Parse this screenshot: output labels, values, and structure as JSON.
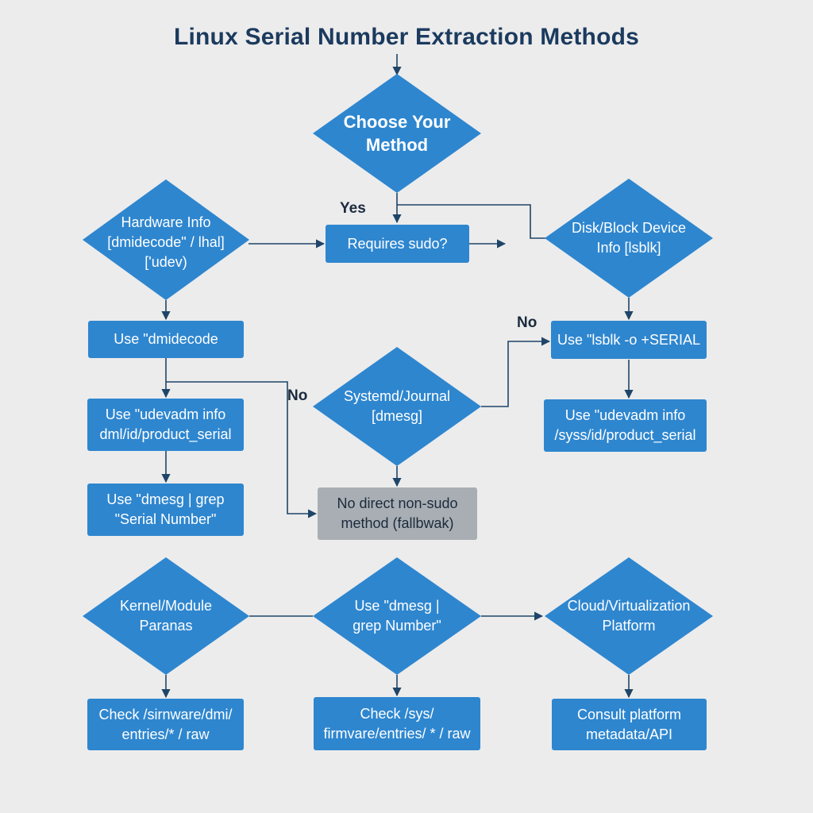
{
  "title": "Linux Serial Number Extraction Methods",
  "colors": {
    "background": "#ececec",
    "node_fill": "#2e86cf",
    "fallback_fill": "#a8aeb3",
    "connector": "#1f4568",
    "title_text": "#1b3a5e"
  },
  "nodes": {
    "choose_method": "Choose Your\nMethod",
    "hardware_info": "Hardware Info\n[dmidecode\" / lhal]\n['udev)",
    "requires_sudo": "Requires sudo?",
    "disk_block": "Disk/Block Device\nInfo [lsblk]",
    "use_dmidecode": "Use \"dmidecode",
    "use_lsblk": "Use \"lsblk -o +SERIAL",
    "use_udevadm_dmi": "Use \"udevadm info\ndml/id/product_serial",
    "systemd_journal": "Systemd/Journal\n[dmesg]",
    "use_udevadm_sys": "Use \"udevadm info\n/syss/id/product_serial",
    "use_dmesg_grep": "Use \"dmesg | grep\n\"Serial Number\"",
    "no_direct": "No direct non-sudo\nmethod (fallbwak)",
    "kernel_module": "Kernel/Module\nParanas",
    "use_dmesg_number": "Use \"dmesg |\ngrep Number\"",
    "cloud_platform": "Cloud/Virtualization\nPlatform",
    "check_sirnware": "Check /sirnware/dmi/\nentries/* / raw",
    "check_sys_firmware": "Check /sys/\nfirmvare/entries/ * / raw",
    "consult_platform": "Consult platform\nmetadata/API"
  },
  "edge_labels": {
    "yes": "Yes",
    "no_right": "No",
    "no_left": "No"
  }
}
